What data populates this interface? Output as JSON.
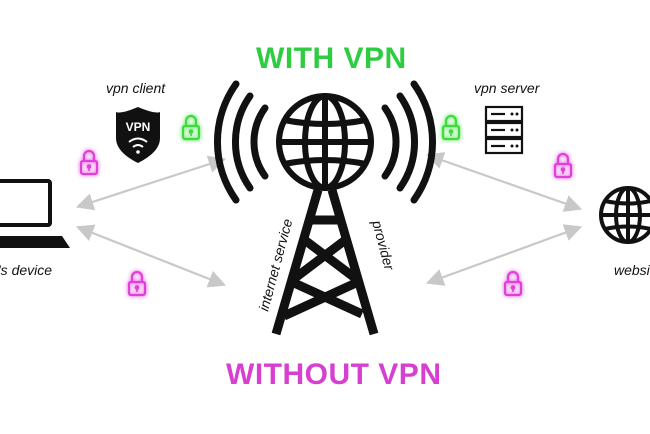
{
  "headings": {
    "with_vpn": "WITH VPN",
    "without_vpn": "WITHOUT VPN"
  },
  "labels": {
    "vpn_client": "vpn client",
    "vpn_server": "vpn server",
    "user_device": "'s device",
    "website": "websi",
    "isp_line1": "internet service",
    "isp_line2": "provider"
  },
  "vpn_badge": "VPN",
  "colors": {
    "with_vpn": "#2ecc40",
    "without_vpn": "#d63fcf",
    "lock_green": "#3ddc3d",
    "lock_pink": "#e040d8",
    "arrow": "#c8c8c8",
    "ink": "#111111"
  },
  "icons": [
    "laptop-icon",
    "vpn-shield-icon",
    "server-icon",
    "globe-icon",
    "cell-tower-icon",
    "lock-icon"
  ]
}
